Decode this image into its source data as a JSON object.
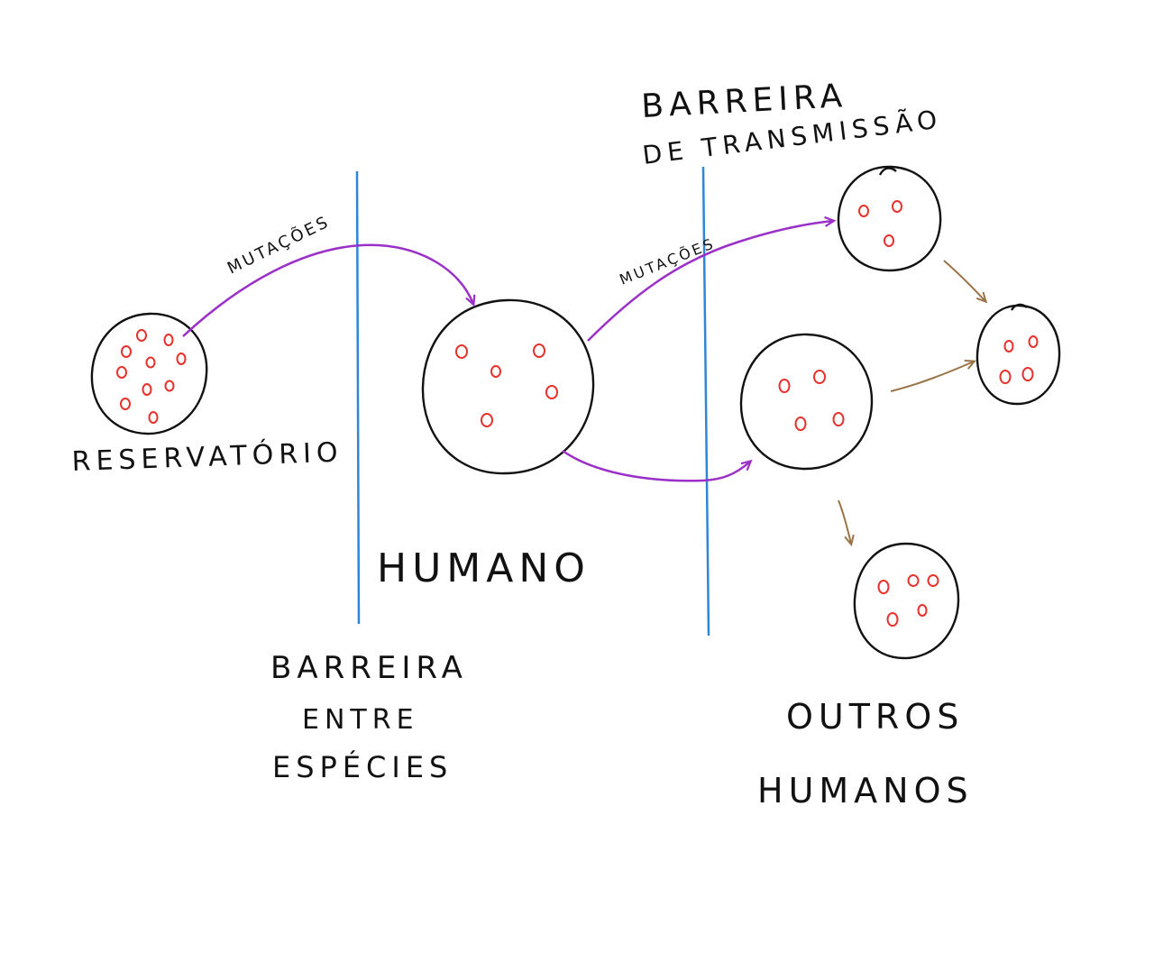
{
  "labels": {
    "reservoir": "RESERVATÓRIO",
    "human": "HUMANO",
    "species_barrier": [
      "BARREIRA",
      "ENTRE",
      "ESPÉCIES"
    ],
    "transmission_barrier": [
      "BARREIRA",
      "DE TRANSMISSÃO"
    ],
    "other_humans": [
      "OUTROS",
      "HUMANOS"
    ],
    "mutations_1": "MUTAÇÕES",
    "mutations_2": "MUTAÇÕES"
  },
  "colors": {
    "outline": "#111111",
    "virus": "#e8312b",
    "barrier": "#2f86d6",
    "mutation_arrow": "#9b30c8",
    "transmission_arrow": "#9a7447"
  }
}
